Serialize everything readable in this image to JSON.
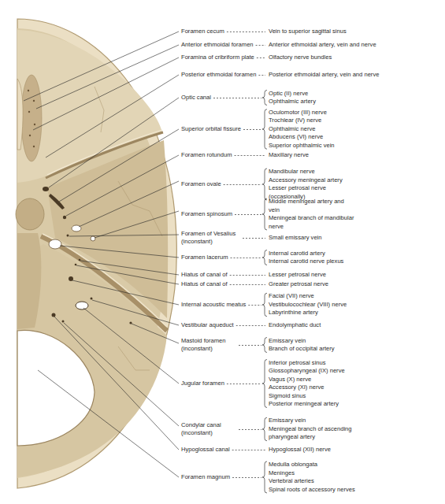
{
  "diagram": {
    "labels": [
      "Foramen cecum",
      "Vein to superior sagittal sinus",
      "Anterior ethmoidal foramen",
      "Anterior ethmoidal artery, vein and nerve",
      "Foramina of cribriform plate",
      "Olfactory nerve bundles",
      "Posterior ethmoidal foramen",
      "Posterior ethmoidal artery, vein and nerve",
      "Optic canal",
      "Optic (II) nerve",
      "Ophthalmic artery",
      "Superior orbital fissure",
      "Oculomotor (III) nerve",
      "Trochlear (IV) nerve",
      "Ophthalmic nerve",
      "Abducens (VI) nerve",
      "Superior ophthalmic vein",
      "Foramen rotundum",
      "Maxillary nerve",
      "Foramen ovale",
      "Mandibular nerve",
      "Accessory meningeal artery",
      "Lesser petrosal nerve (occasionally)",
      "Foramen spinosum",
      "Middle meningeal artery and vein",
      "Meningeal branch of mandibular nerve",
      "Foramen of Vesalius (inconstant)",
      "Small emissary vein",
      "Foramen lacerum",
      "Internal carotid artery",
      "Internal carotid nerve plexus",
      "Hiatus of canal of",
      "Lesser petrosal nerve",
      "Hiatus of canal of",
      "Greater petrosal nerve",
      "Internal acoustic meatus",
      "Facial (VII) nerve",
      "Vestibulocochlear (VIII) nerve",
      "Labyrinthine artery",
      "Vestibular aqueduct",
      "Endolymphatic duct",
      "Mastoid foramen (inconstant)",
      "Emissary vein",
      "Branch of occipital artery",
      "Jugular foramen",
      "Inferior petrosal sinus",
      "Glossopharyngeal (IX) nerve",
      "Vagus (X) nerve",
      "Accessory (XI) nerve",
      "Sigmoid sinus",
      "Posterior meningeal artery",
      "Condylar canal (inconstant)",
      "Emissary vein",
      "Meningeal branch of ascending pharyngeal artery",
      "Hypoglossal canal",
      "Hypoglossal (XII) nerve",
      "Foramen magnum",
      "Medulla oblongata",
      "Meninges",
      "Vertebral arteries",
      "Spinal roots of accessory nerves"
    ]
  }
}
